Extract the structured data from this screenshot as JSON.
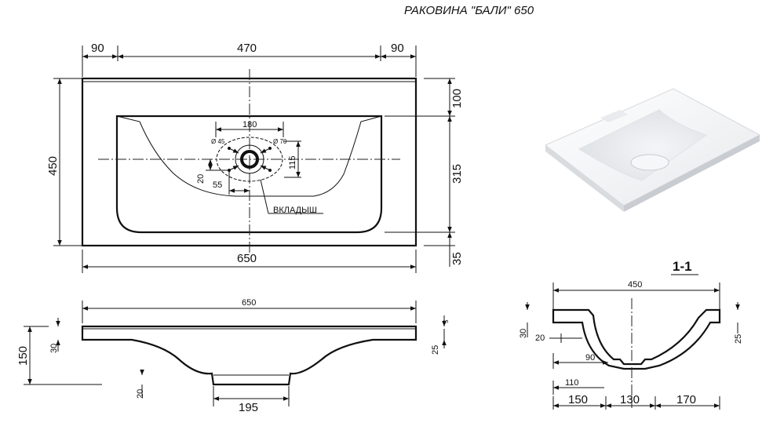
{
  "title": "РАКОВИНА \"БАЛИ\" 650",
  "top_view": {
    "dim_left_margin": "90",
    "dim_center": "470",
    "dim_right_margin": "90",
    "dim_total_width": "650",
    "dim_depth": "450",
    "dim_back": "100",
    "dim_bowl": "315",
    "dim_front": "35",
    "dim_drain_spacing": "180",
    "dim_hole_small": "Ø 45",
    "dim_hole_large": "Ø 70",
    "dim_hole_height": "115",
    "dim_offset_20": "20",
    "dim_offset_55": "55",
    "insert_label": "ВКЛАДЫШ"
  },
  "front_view": {
    "dim_width": "650",
    "dim_height": "150",
    "dim_thickness": "30",
    "dim_right_thickness": "25",
    "dim_right_top": "5",
    "dim_bottom_20": "20",
    "dim_bottom_width": "195"
  },
  "section": {
    "label": "1-1",
    "dim_width": "450",
    "dim_left_30": "30",
    "dim_wall_20": "20",
    "dim_90": "90",
    "dim_110": "110",
    "dim_right_25": "25",
    "dim_150": "150",
    "dim_130": "130",
    "dim_170": "170"
  }
}
